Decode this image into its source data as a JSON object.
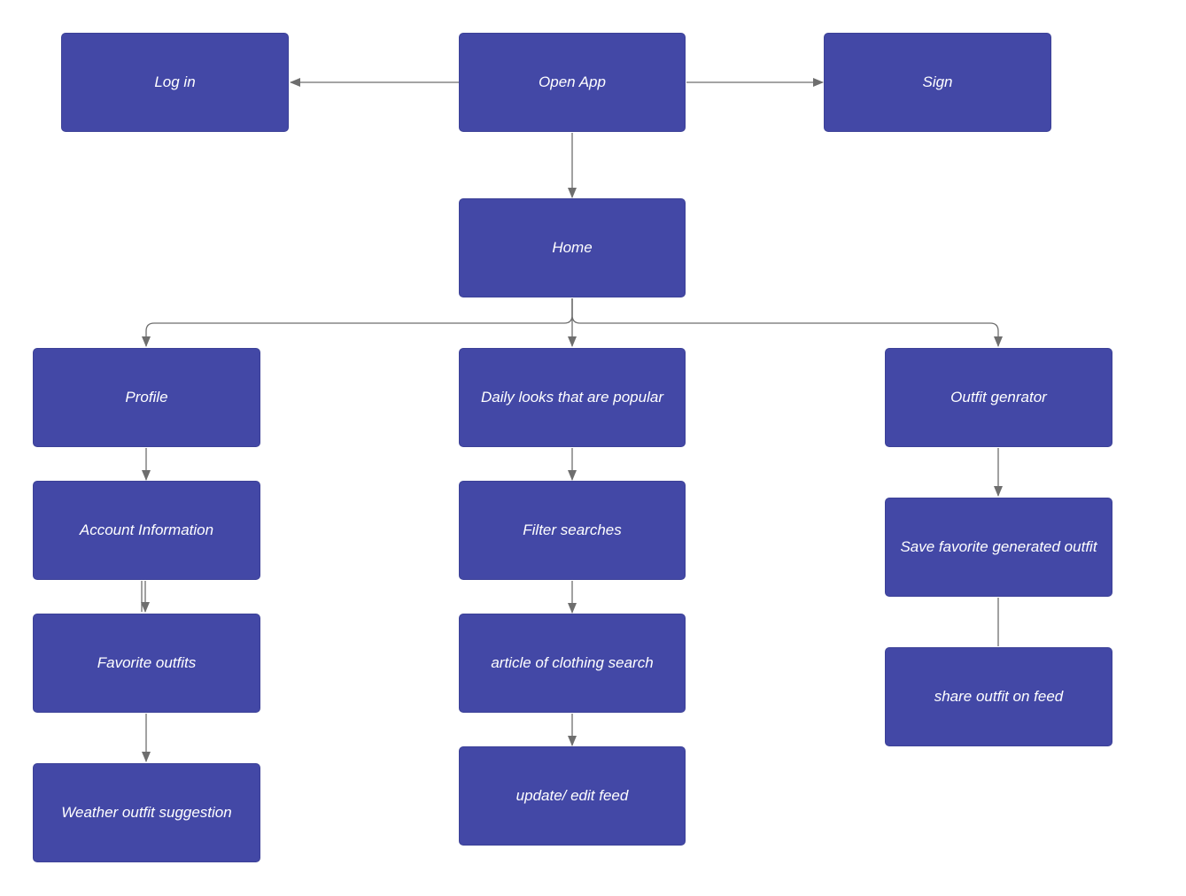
{
  "diagram": {
    "colors": {
      "node_fill": "#4348a6",
      "node_text": "#ffffff",
      "connector": "#6e6e6e",
      "background": "#ffffff"
    },
    "nodes": {
      "log_in": "Log in",
      "open_app": "Open App",
      "sign": "Sign",
      "home": "Home",
      "profile": "Profile",
      "daily_looks": "Daily looks that are popular",
      "outfit_generator": "Outfit genrator",
      "account_information": "Account Information",
      "filter_searches": "Filter searches",
      "save_favorite": "Save favorite generated outfit",
      "favorite_outfits": "Favorite outfits",
      "clothing_search": "article of clothing search",
      "share_outfit": "share outfit on feed",
      "weather_suggestion": "Weather outfit suggestion",
      "update_feed": "update/ edit feed"
    },
    "edges": [
      {
        "from": "open_app",
        "to": "log_in",
        "arrow": true
      },
      {
        "from": "open_app",
        "to": "sign",
        "arrow": true
      },
      {
        "from": "open_app",
        "to": "home",
        "arrow": true
      },
      {
        "from": "home",
        "to": "profile",
        "arrow": true
      },
      {
        "from": "home",
        "to": "daily_looks",
        "arrow": true
      },
      {
        "from": "home",
        "to": "outfit_generator",
        "arrow": true
      },
      {
        "from": "profile",
        "to": "account_information",
        "arrow": true
      },
      {
        "from": "account_information",
        "to": "favorite_outfits",
        "arrow": true
      },
      {
        "from": "favorite_outfits",
        "to": "weather_suggestion",
        "arrow": true
      },
      {
        "from": "daily_looks",
        "to": "filter_searches",
        "arrow": true
      },
      {
        "from": "filter_searches",
        "to": "clothing_search",
        "arrow": true
      },
      {
        "from": "clothing_search",
        "to": "update_feed",
        "arrow": true
      },
      {
        "from": "outfit_generator",
        "to": "save_favorite",
        "arrow": true
      },
      {
        "from": "save_favorite",
        "to": "share_outfit",
        "arrow": false
      }
    ]
  }
}
